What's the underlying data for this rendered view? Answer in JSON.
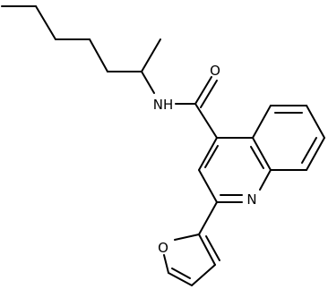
{
  "diagram": {
    "type": "chemical-structure",
    "atoms": {
      "nh": "NH",
      "carbonyl_o": "O",
      "quinoline_n": "N",
      "furan_o": "O"
    },
    "colors": {
      "bond": "#000000",
      "label": "#000000",
      "background": "#ffffff"
    }
  }
}
